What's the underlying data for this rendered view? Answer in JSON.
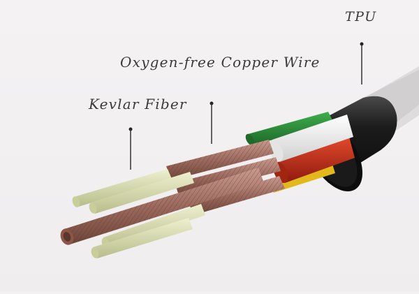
{
  "labels": {
    "tpu": "TPU",
    "copper": "Oxygen-free Copper Wire",
    "kevlar": "Kevlar Fiber"
  },
  "colors": {
    "background": "#f2f0f1",
    "jacket": "#151515",
    "copper": "#a9756a",
    "kevlar": "#d8dcb0",
    "wire_white": "#f4f4f4",
    "wire_red": "#c8301c",
    "wire_green": "#2c8a3a",
    "wire_yellow": "#e8c020",
    "leader_line": "#333333"
  }
}
